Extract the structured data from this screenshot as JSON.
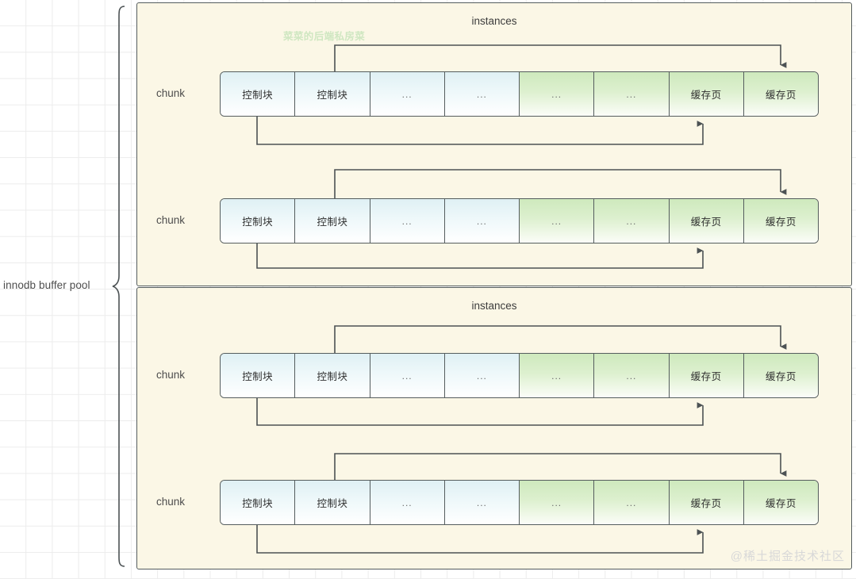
{
  "diagram": {
    "pool_label": "innodb buffer pool",
    "brandmark": "菜菜的后端私房菜",
    "watermark": "@稀土掘金技术社区",
    "colors": {
      "panel_fill": "#fbf7e6",
      "stroke": "#555d5e",
      "control_block_cell": "#dff0f4",
      "cache_page_cell": "#cee9bd",
      "brandmark_green": "#cfe7c1",
      "grid_line": "#ececec"
    },
    "instances": [
      {
        "title": "instances",
        "chunks": [
          {
            "label": "chunk",
            "cells": [
              {
                "text": "控制块",
                "tone": "blue"
              },
              {
                "text": "控制块",
                "tone": "blue"
              },
              {
                "text": "...",
                "tone": "blue"
              },
              {
                "text": "...",
                "tone": "blue"
              },
              {
                "text": "...",
                "tone": "green"
              },
              {
                "text": "...",
                "tone": "green"
              },
              {
                "text": "缓存页",
                "tone": "green"
              },
              {
                "text": "缓存页",
                "tone": "green"
              }
            ]
          },
          {
            "label": "chunk",
            "cells": [
              {
                "text": "控制块",
                "tone": "blue"
              },
              {
                "text": "控制块",
                "tone": "blue"
              },
              {
                "text": "...",
                "tone": "blue"
              },
              {
                "text": "...",
                "tone": "blue"
              },
              {
                "text": "...",
                "tone": "green"
              },
              {
                "text": "...",
                "tone": "green"
              },
              {
                "text": "缓存页",
                "tone": "green"
              },
              {
                "text": "缓存页",
                "tone": "green"
              }
            ]
          }
        ]
      },
      {
        "title": "instances",
        "chunks": [
          {
            "label": "chunk",
            "cells": [
              {
                "text": "控制块",
                "tone": "blue"
              },
              {
                "text": "控制块",
                "tone": "blue"
              },
              {
                "text": "...",
                "tone": "blue"
              },
              {
                "text": "...",
                "tone": "blue"
              },
              {
                "text": "...",
                "tone": "green"
              },
              {
                "text": "...",
                "tone": "green"
              },
              {
                "text": "缓存页",
                "tone": "green"
              },
              {
                "text": "缓存页",
                "tone": "green"
              }
            ]
          },
          {
            "label": "chunk",
            "cells": [
              {
                "text": "控制块",
                "tone": "blue"
              },
              {
                "text": "控制块",
                "tone": "blue"
              },
              {
                "text": "...",
                "tone": "blue"
              },
              {
                "text": "...",
                "tone": "blue"
              },
              {
                "text": "...",
                "tone": "green"
              },
              {
                "text": "...",
                "tone": "green"
              },
              {
                "text": "缓存页",
                "tone": "green"
              },
              {
                "text": "缓存页",
                "tone": "green"
              }
            ]
          }
        ]
      }
    ]
  }
}
